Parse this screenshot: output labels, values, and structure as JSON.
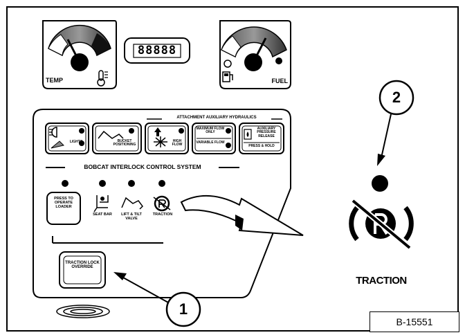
{
  "gauges": {
    "temp_label": "TEMP",
    "fuel_label": "FUEL",
    "hour_meter": "88888"
  },
  "panel": {
    "section_attachment": "ATTACHMENT AUXILIARY HYDRAULICS",
    "section_interlock": "BOBCAT INTERLOCK CONTROL SYSTEM",
    "lights": "LIGHTS",
    "bucket_positioning": "BUCKET POSITIONING",
    "high_flow": "HIGH FLOW",
    "max_flow": "MAXIMUM FLOW ONLY",
    "variable_flow": "VARIABLE FLOW",
    "aux_pressure": "AUXILIARY PRESSURE RELEASE",
    "press_hold": "PRESS & HOLD",
    "press_to_operate": "PRESS TO OPERATE LOADER",
    "seat_bar": "SEAT BAR",
    "lift_tilt": "LIFT & TILT VALVE",
    "traction": "TRACTION",
    "traction_override": "TRACTION LOCK OVERRIDE"
  },
  "callouts": {
    "one": "1",
    "two": "2"
  },
  "enlarged": {
    "label": "TRACTION"
  },
  "figure_code": "B-15551"
}
